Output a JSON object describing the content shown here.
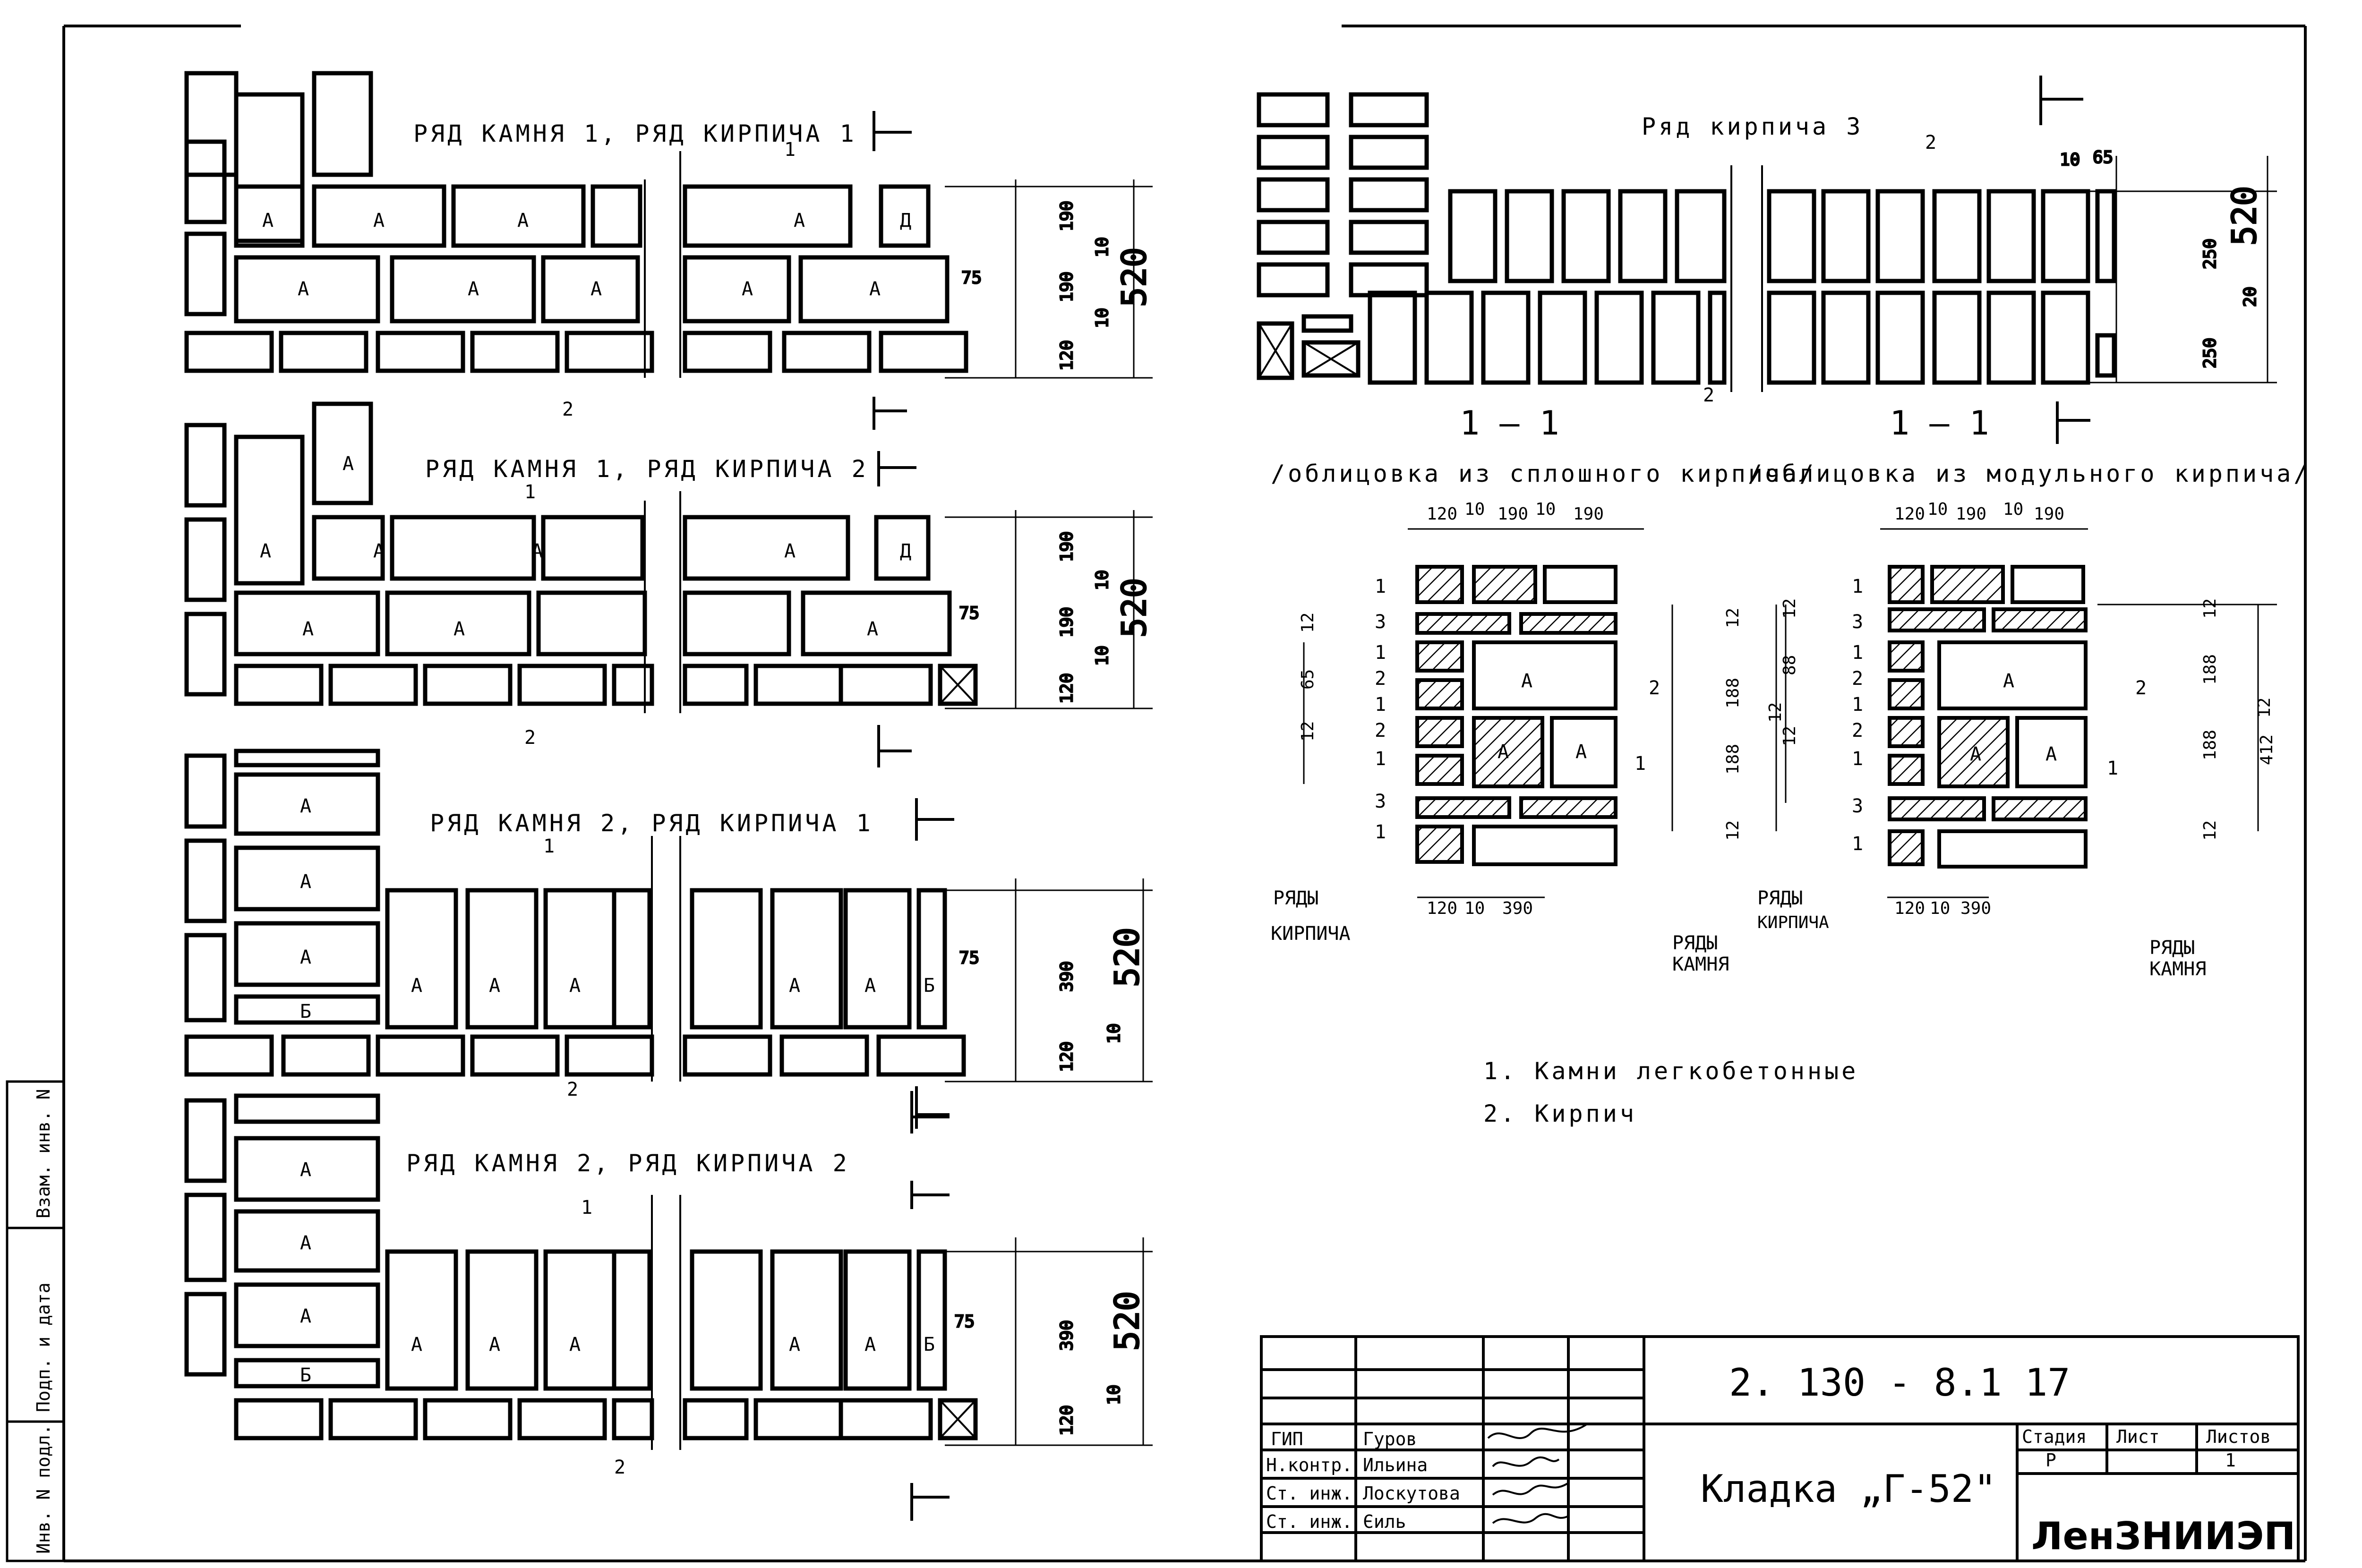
{
  "plans": [
    {
      "title": "РЯД КАМНЯ 1, РЯД КИРПИЧА 1"
    },
    {
      "title": "РЯД КАМНЯ 1, РЯД КИРПИЧА 2"
    },
    {
      "title": "РЯД КАМНЯ 2, РЯД КИРПИЧА 1"
    },
    {
      "title": "РЯД КАМНЯ 2, РЯД КИРПИЧА 2"
    },
    {
      "title": "Ряд кирпича 3"
    }
  ],
  "marks": {
    "a": "А",
    "b": "Б",
    "d": "Д",
    "one": "1",
    "two": "2",
    "three": "3",
    "cut": "1"
  },
  "dims": {
    "d10": "10",
    "d20": "20",
    "d65": "65",
    "d75": "75",
    "d120": "120",
    "d188": "188",
    "d190": "190",
    "d250": "250",
    "d390": "390",
    "d412": "412",
    "d520": "520",
    "d12": "12",
    "d88": "88"
  },
  "sections": [
    {
      "mark": "1 — 1",
      "caption": "/облицовка из сплошного кирпича/"
    },
    {
      "mark": "1 — 1",
      "caption": "/облицовка из модульного кирпича/"
    }
  ],
  "row_labels": {
    "brick_1": "РЯДЫ",
    "brick_2": "КИРПИЧА",
    "stone_1": "РЯДЫ",
    "stone_2": "КАМНЯ"
  },
  "notes": [
    "1. Камни легкобетонные",
    "2. Кирпич"
  ],
  "title_block": {
    "code": "2. 130 - 8.1  17",
    "name": "Кладка „Г-52\"",
    "org": "ЛенЗНИИЭП",
    "roles": [
      "ГИП",
      "Н.контр.",
      "Ст. инж.",
      "Ст. инж."
    ],
    "persons": [
      "Гуров",
      "Ильина",
      "Лоскутова",
      "Єиль"
    ],
    "stage_hdr": "Стадия",
    "sheet_hdr": "Лист",
    "sheets_hdr": "Листов",
    "stage": "Р",
    "sheets": "1"
  },
  "side_stamp": [
    "Инв. N подл.",
    "Подп. и дата",
    "Взам. инв. N"
  ]
}
